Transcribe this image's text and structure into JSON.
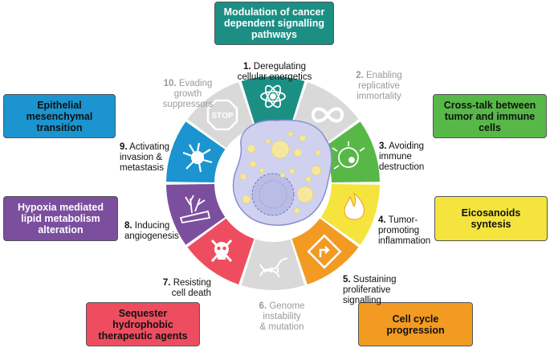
{
  "colors": {
    "teal": "#1c8f84",
    "blue": "#1b94cf",
    "green": "#57b848",
    "yellow": "#f5e43d",
    "orange": "#f29a22",
    "grey": "#d9d9d9",
    "red": "#ee4d60",
    "purple": "#7c4e9e",
    "cell_fill": "#cfd1ef",
    "vesicle": "#f5e89c"
  },
  "boxes": {
    "top": "Modulation of cancer\ndependent signalling\npathways",
    "left_top": "Epithelial\nmesenchymal\ntransition",
    "left_mid": "Hypoxia mediated\nlipid  metabolism\nalteration",
    "left_bottom": "Sequester\nhydrophobic\ntherapeutic agents",
    "right_top": "Cross-talk between\ntumor and immune\ncells",
    "right_mid": "Eicosanoids\nsyntesis",
    "right_bottom": "Cell cycle\nprogression"
  },
  "hallmarks": [
    {
      "num": "1.",
      "text": "Deregulating\ncellular energetics",
      "icon": "atom-icon"
    },
    {
      "num": "2.",
      "text": "Enabling\nreplicative\nimmortality",
      "icon": "infinity-icon"
    },
    {
      "num": "3.",
      "text": "Avoiding\nimmune\ndestruction",
      "icon": "immune-cell-icon"
    },
    {
      "num": "4.",
      "text": "Tumor-\npromoting\ninflammation",
      "icon": "flame-icon"
    },
    {
      "num": "5.",
      "text": "Sustaining\nproliferative\nsignalling",
      "icon": "arrow-sign-icon"
    },
    {
      "num": "6.",
      "text": "Genome\ninstability\n& mutation",
      "icon": "dna-icon"
    },
    {
      "num": "7.",
      "text": "Resisting\ncell death",
      "icon": "skull-icon"
    },
    {
      "num": "8.",
      "text": "Inducing\nangiogenesis",
      "icon": "blood-vessel-icon"
    },
    {
      "num": "9.",
      "text": "Activating\ninvasion &\nmetastasis",
      "icon": "invasive-cell-icon"
    },
    {
      "num": "10.",
      "text": "Evading\ngrowth\nsuppressors",
      "icon": "stop-sign-icon"
    }
  ],
  "stop_text": "STOP"
}
